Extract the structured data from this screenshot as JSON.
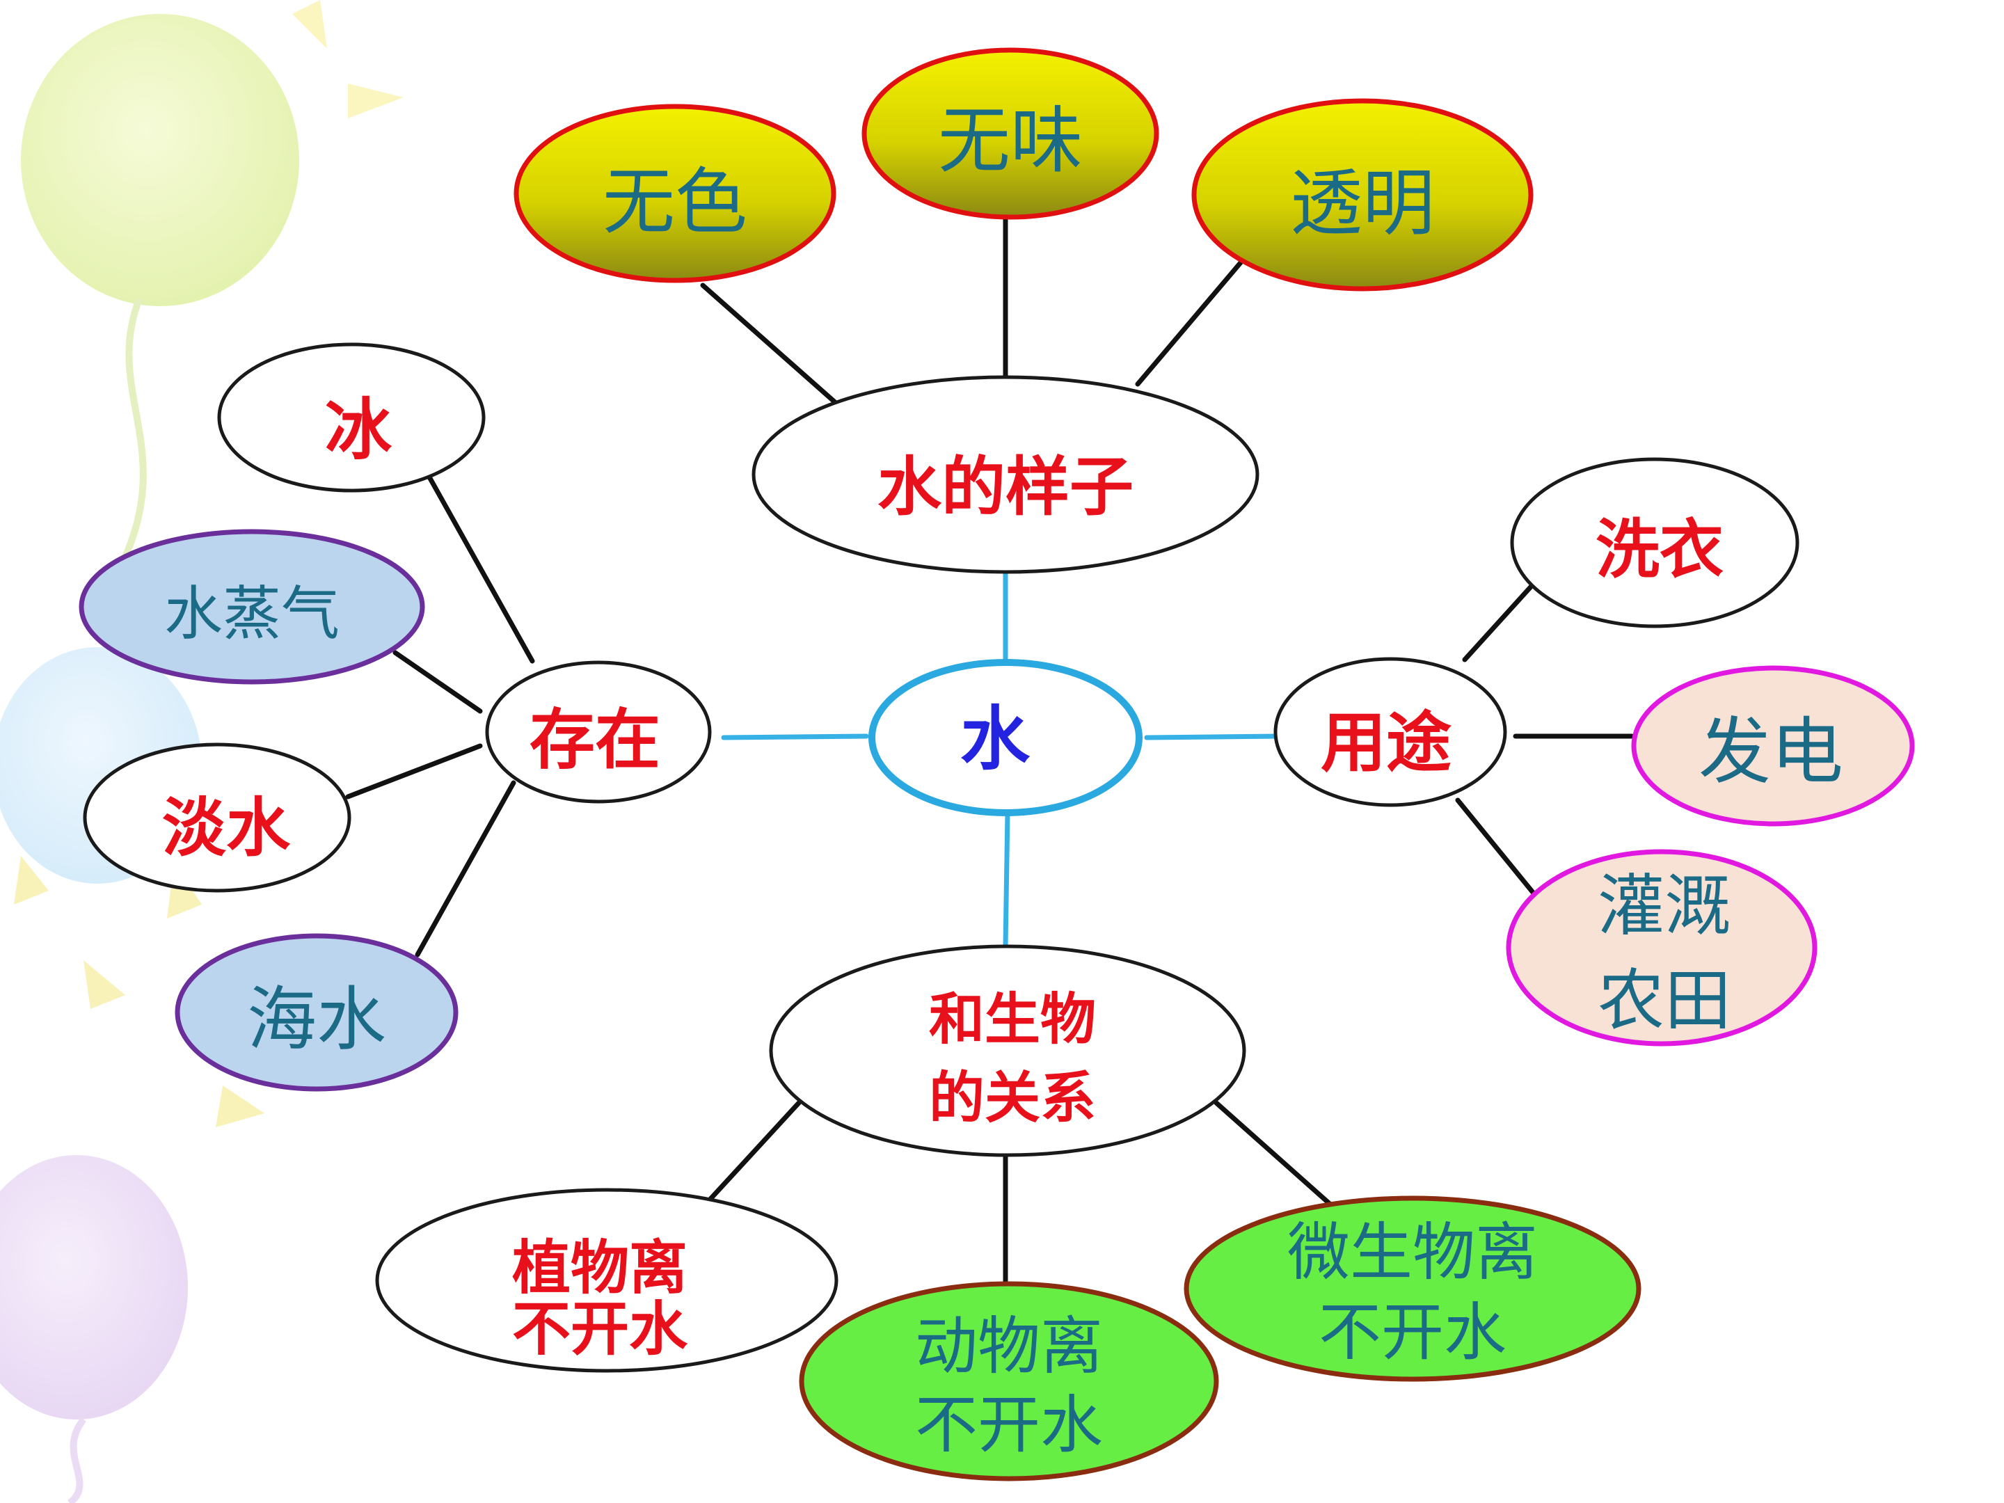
{
  "colors": {
    "red_text": "#e8101a",
    "teal_text": "#1b6a86",
    "blue_text": "#2323e0",
    "connector_black": "#111111",
    "connector_blue": "#35b1e6",
    "outline_black": "#1a1a1a",
    "outline_red": "#e01010",
    "outline_purple": "#6a2f9a",
    "outline_magenta": "#e018e0",
    "outline_brown": "#8a2c10",
    "outline_blue": "#2aa8e0",
    "fill_white": "#ffffff",
    "fill_olive_top": "#f4f000",
    "fill_olive_bottom": "#8c8a12",
    "fill_lightblue": "#bcd5ee",
    "fill_peach": "#f8e2d6",
    "fill_green": "#66ee44"
  },
  "center": {
    "text": "水"
  },
  "appearance": {
    "label": "水的样子",
    "items": [
      "无色",
      "无味",
      "透明"
    ]
  },
  "existence": {
    "label": "存在",
    "items": [
      "冰",
      "水蒸气",
      "淡水",
      "海水"
    ]
  },
  "uses": {
    "label": "用途",
    "items": [
      "洗衣",
      "发电",
      "灌溉农田"
    ],
    "irrigation_lines": [
      "灌溉",
      "农田"
    ]
  },
  "relation": {
    "label_lines": [
      "和生物",
      "的关系"
    ],
    "plants_lines": [
      "植物离",
      "不开水"
    ],
    "animals_lines": [
      "动物离",
      "不开水"
    ],
    "microbes_lines": [
      "微生物离",
      "不开水"
    ]
  }
}
